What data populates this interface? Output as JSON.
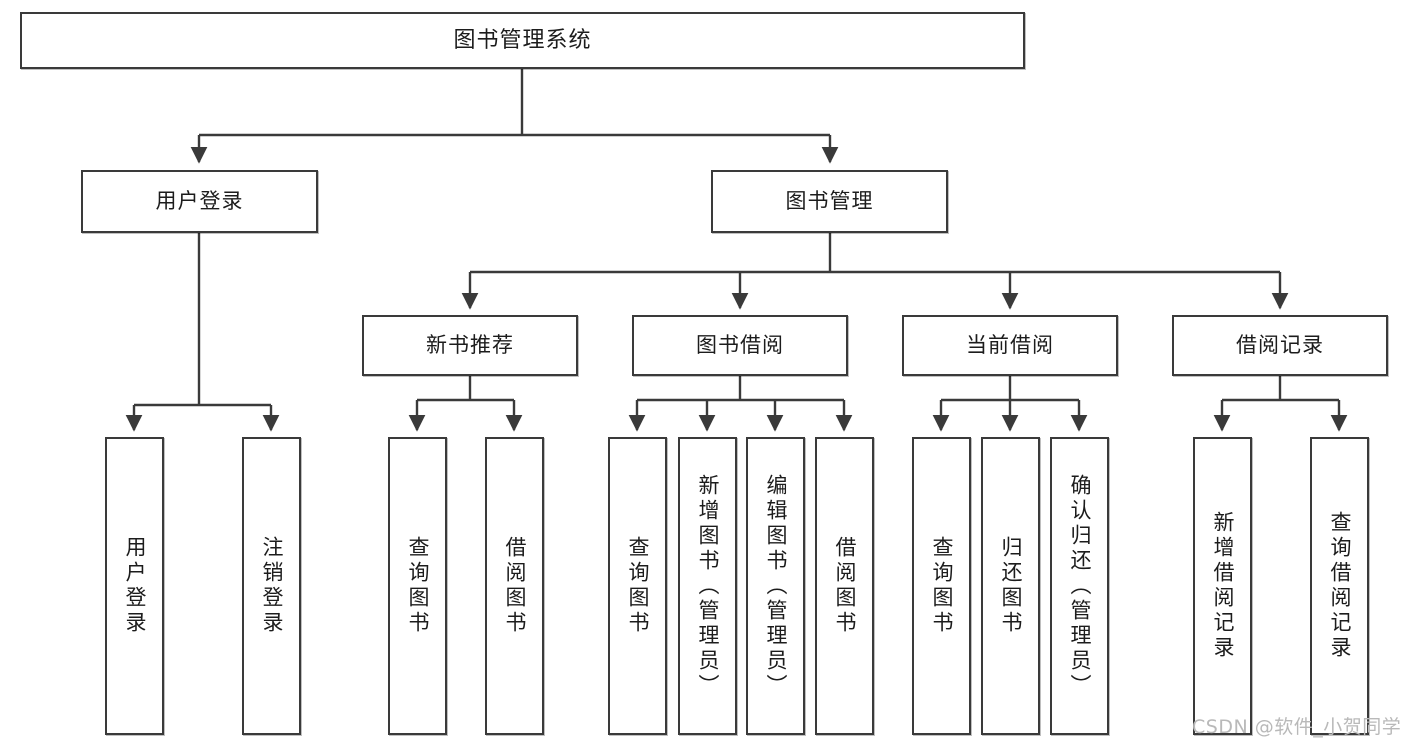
{
  "diagram": {
    "title": "图书管理系统",
    "type": "tree",
    "background": "#ffffff",
    "line_color": "#3a3a3a",
    "box_border_color": "#3a3a3a",
    "text_color": "#1c1c1c"
  },
  "nodes": {
    "root": {
      "label": "图书管理系统"
    },
    "level2": [
      {
        "label": "用户登录"
      },
      {
        "label": "图书管理"
      }
    ],
    "level3": [
      {
        "label": "新书推荐"
      },
      {
        "label": "图书借阅"
      },
      {
        "label": "当前借阅"
      },
      {
        "label": "借阅记录"
      }
    ],
    "leaves": {
      "user_login": [
        {
          "label": "用户登录"
        },
        {
          "label": "注销登录"
        }
      ],
      "new_book_recommend": [
        {
          "label": "查询图书"
        },
        {
          "label": "借阅图书"
        }
      ],
      "book_borrow": [
        {
          "label": "查询图书"
        },
        {
          "label": "新增图书（管理员）"
        },
        {
          "label": "编辑图书（管理员）"
        },
        {
          "label": "借阅图书"
        }
      ],
      "current_borrow": [
        {
          "label": "查询图书"
        },
        {
          "label": "归还图书"
        },
        {
          "label": "确认归还（管理员）"
        }
      ],
      "borrow_record": [
        {
          "label": "新增借阅记录"
        },
        {
          "label": "查询借阅记录"
        }
      ]
    }
  },
  "watermark": {
    "text": "CSDN @软件_小贺同学"
  }
}
